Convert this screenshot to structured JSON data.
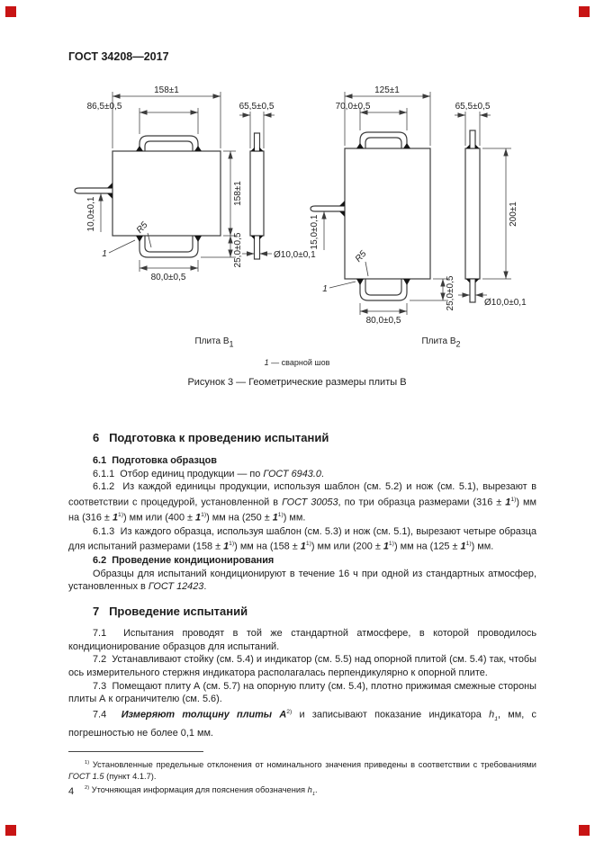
{
  "page": {
    "header": "ГОСТ 34208—2017",
    "page_number": "4",
    "corner_mark_color": "#c81414"
  },
  "figure": {
    "plate_b1": {
      "dim_width": "158±1",
      "dim_handle_width": "86,5±0,5",
      "dim_height": "158±1",
      "dim_pin_offset": "10,0±0,1",
      "radius_label": "R5",
      "weld_ref": "1",
      "dim_handle_bottom": "80,0±0,5",
      "dim_loop_height": "25,0±0,5",
      "side_dim_width": "65,5±0,5",
      "side_dim_pin": "Ø10,0±0,1",
      "label": "Плита В",
      "label_index": "1"
    },
    "plate_b2": {
      "dim_width": "125±1",
      "dim_handle_width": "70,0±0,5",
      "dim_height": "200±1",
      "dim_pin_offset": "15,0±0,1",
      "radius_label": "R5",
      "weld_ref": "1",
      "dim_handle_bottom": "80,0±0,5",
      "dim_loop_height": "25,0±0,5",
      "side_dim_width": "65,5±0,5",
      "side_dim_pin": "Ø10,0±0,1",
      "label": "Плита В",
      "label_index": "2"
    },
    "legend": [
      {
        "t": "1",
        "s": "i"
      },
      {
        "t": " — сварной шов"
      }
    ],
    "caption": "Рисунок 3 — Геометрические размеры плиты В"
  },
  "body": {
    "s6_title": "6   Подготовка к проведению испытаний",
    "s61_title": "6.1  Подготовка образцов",
    "p611": [
      {
        "t": "6.1.1  Отбор единиц продукции — по "
      },
      {
        "t": "ГОСТ 6943.0",
        "s": "i"
      },
      {
        "t": "."
      }
    ],
    "p612": [
      {
        "t": "6.1.2  Из каждой единицы продукции, используя шаблон (см. 5.2) и нож (см. 5.1), вырезают в соответствии с процедурой, установленной в "
      },
      {
        "t": "ГОСТ 30053",
        "s": "i"
      },
      {
        "t": ", по три образца размерами (316 ± "
      },
      {
        "t": "1",
        "s": "bi"
      },
      {
        "t": "1)",
        "s": "sup"
      },
      {
        "t": ") мм на (316 ± "
      },
      {
        "t": "1",
        "s": "bi"
      },
      {
        "t": "1)",
        "s": "sup"
      },
      {
        "t": ") мм или (400 ± "
      },
      {
        "t": "1",
        "s": "bi"
      },
      {
        "t": "1)",
        "s": "sup"
      },
      {
        "t": ") мм на (250 ± "
      },
      {
        "t": "1",
        "s": "bi"
      },
      {
        "t": "1)",
        "s": "sup"
      },
      {
        "t": ") мм."
      }
    ],
    "p613": [
      {
        "t": "6.1.3  Из каждого образца, используя шаблон (см. 5.3) и нож (см. 5.1), вырезают четыре образца для испытаний размерами (158 ± "
      },
      {
        "t": "1",
        "s": "bi"
      },
      {
        "t": "1)",
        "s": "sup"
      },
      {
        "t": ") мм на (158 ± "
      },
      {
        "t": "1",
        "s": "bi"
      },
      {
        "t": "1)",
        "s": "sup"
      },
      {
        "t": ") мм или (200 ± "
      },
      {
        "t": "1",
        "s": "bi"
      },
      {
        "t": "1)",
        "s": "sup"
      },
      {
        "t": ") мм на (125 ± "
      },
      {
        "t": "1",
        "s": "bi"
      },
      {
        "t": "1)",
        "s": "sup"
      },
      {
        "t": ") мм."
      }
    ],
    "s62_title": "6.2  Проведение кондиционирования",
    "p62": [
      {
        "t": "Образцы для испытаний кондиционируют в течение 16 ч при одной из стандартных атмосфер, установленных в "
      },
      {
        "t": "ГОСТ 12423",
        "s": "i"
      },
      {
        "t": "."
      }
    ],
    "s7_title": "7   Проведение испытаний",
    "p71": [
      {
        "t": "7.1  Испытания проводят в той же стандартной атмосфере, в которой проводилось кондиционирование образцов для испытаний."
      }
    ],
    "p72": [
      {
        "t": "7.2  Устанавливают стойку (см. 5.4) и индикатор (см. 5.5) над опорной плитой (см. 5.4) так, чтобы ось измерительного стержня индикатора располагалась перпендикулярно к опорной плите."
      }
    ],
    "p73": [
      {
        "t": "7.3  Помещают плиту А (см. 5.7) на опорную плиту (см. 5.4), плотно прижимая смежные стороны плиты А к ограничителю (см. 5.6)."
      }
    ],
    "p74": [
      {
        "t": "7.4  "
      },
      {
        "t": "Измеряют толщину плиты А",
        "s": "bi"
      },
      {
        "t": "2)",
        "s": "sup"
      },
      {
        "t": " и записывают показание индикатора "
      },
      {
        "t": "h",
        "s": "i"
      },
      {
        "t": "1",
        "s": "sub i"
      },
      {
        "t": ", мм, с погрешностью не более 0,1 мм."
      }
    ],
    "footnotes": [
      [
        {
          "t": "1)",
          "s": "sup"
        },
        {
          "t": " Установленные предельные отклонения от номинального значения приведены в соответствии с требованиями "
        },
        {
          "t": "ГОСТ 1.5",
          "s": "i"
        },
        {
          "t": " (пункт 4.1.7)."
        }
      ],
      [
        {
          "t": "2)",
          "s": "sup"
        },
        {
          "t": " Уточняющая информация для пояснения обозначения "
        },
        {
          "t": "h",
          "s": "i"
        },
        {
          "t": "1",
          "s": "sub i"
        },
        {
          "t": "."
        }
      ]
    ]
  }
}
